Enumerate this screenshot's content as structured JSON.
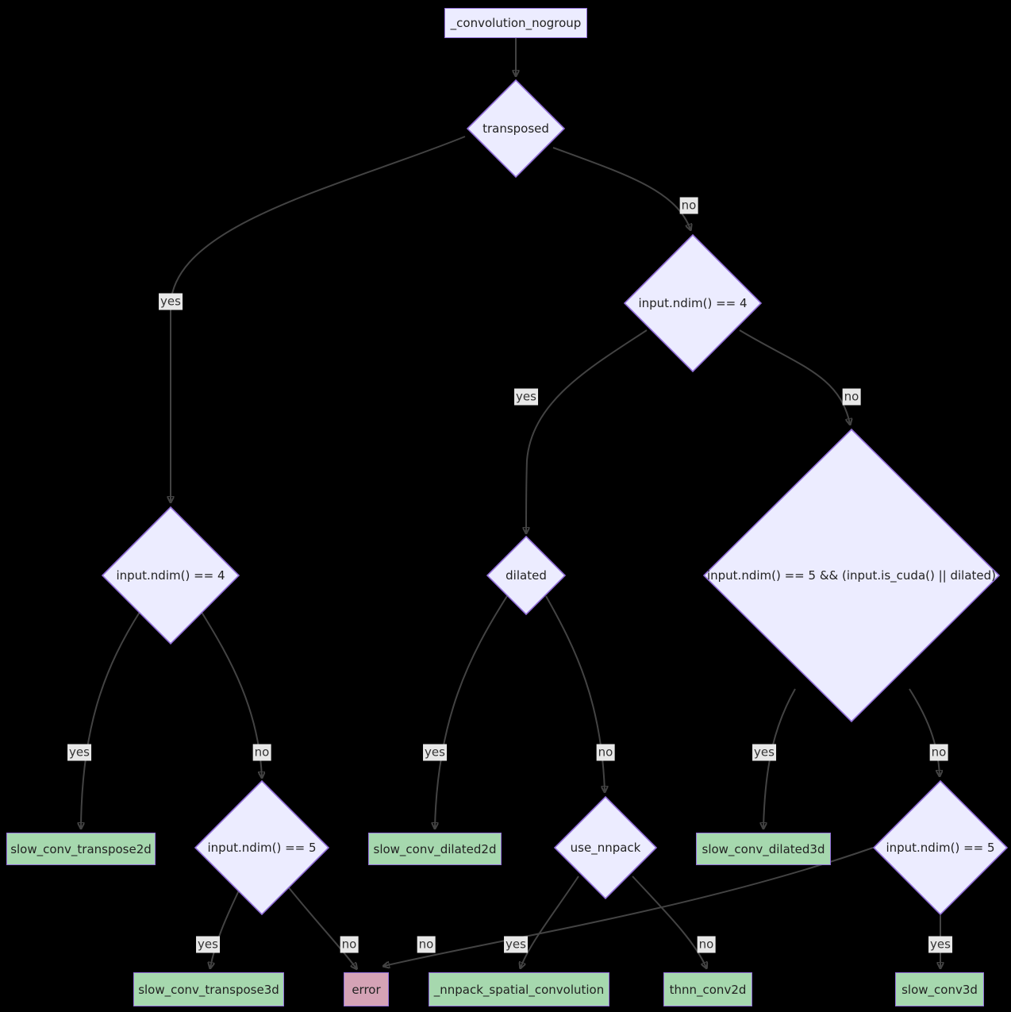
{
  "diagram": {
    "type": "flowchart",
    "title": "_convolution_nogroup dispatch decision tree",
    "colors": {
      "background": "#000000",
      "decision_fill": "#ECECFF",
      "decision_border": "#9370DB",
      "leaf_fill": "#a6d8ae",
      "error_fill": "#d5a3b6",
      "edge_stroke": "#434343",
      "edge_label_bg": "#e8e8e8",
      "text": "#222222"
    },
    "nodes": {
      "root": "_convolution_nogroup",
      "transposed": "transposed",
      "ndim4_right": "input.ndim() == 4",
      "ndim4_left": "input.ndim() == 4",
      "dilated": "dilated",
      "big_cond": "input.ndim() == 5 && (input.is_cuda() || dilated)",
      "slow_conv_transpose2d": "slow_conv_transpose2d",
      "ndim5_left": "input.ndim() == 5",
      "slow_conv_dilated2d": "slow_conv_dilated2d",
      "use_nnpack": "use_nnpack",
      "slow_conv_dilated3d": "slow_conv_dilated3d",
      "ndim5_right": "input.ndim() == 5",
      "slow_conv_transpose3d": "slow_conv_transpose3d",
      "error": "error",
      "nnpack_spatial_convolution": "_nnpack_spatial_convolution",
      "thnn_conv2d": "thnn_conv2d",
      "slow_conv3d": "slow_conv3d"
    },
    "edges": [
      {
        "from": "_convolution_nogroup",
        "to": "transposed",
        "label": ""
      },
      {
        "from": "transposed",
        "to": "input.ndim() == 4 [left]",
        "label": "yes"
      },
      {
        "from": "transposed",
        "to": "input.ndim() == 4 [right]",
        "label": "no"
      },
      {
        "from": "input.ndim() == 4 [right]",
        "to": "dilated",
        "label": "yes"
      },
      {
        "from": "input.ndim() == 4 [right]",
        "to": "input.ndim() == 5 && (input.is_cuda() || dilated)",
        "label": "no"
      },
      {
        "from": "input.ndim() == 4 [left]",
        "to": "slow_conv_transpose2d",
        "label": "yes"
      },
      {
        "from": "input.ndim() == 4 [left]",
        "to": "input.ndim() == 5 [left]",
        "label": "no"
      },
      {
        "from": "dilated",
        "to": "slow_conv_dilated2d",
        "label": "yes"
      },
      {
        "from": "dilated",
        "to": "use_nnpack",
        "label": "no"
      },
      {
        "from": "input.ndim() == 5 && (input.is_cuda() || dilated)",
        "to": "slow_conv_dilated3d",
        "label": "yes"
      },
      {
        "from": "input.ndim() == 5 && (input.is_cuda() || dilated)",
        "to": "input.ndim() == 5 [right]",
        "label": "no"
      },
      {
        "from": "input.ndim() == 5 [left]",
        "to": "slow_conv_transpose3d",
        "label": "yes"
      },
      {
        "from": "input.ndim() == 5 [left]",
        "to": "error",
        "label": "no"
      },
      {
        "from": "input.ndim() == 5 [right]",
        "to": "slow_conv3d",
        "label": "yes"
      },
      {
        "from": "input.ndim() == 5 [right]",
        "to": "error",
        "label": "no"
      },
      {
        "from": "use_nnpack",
        "to": "_nnpack_spatial_convolution",
        "label": "yes"
      },
      {
        "from": "use_nnpack",
        "to": "thnn_conv2d",
        "label": "no"
      }
    ]
  }
}
